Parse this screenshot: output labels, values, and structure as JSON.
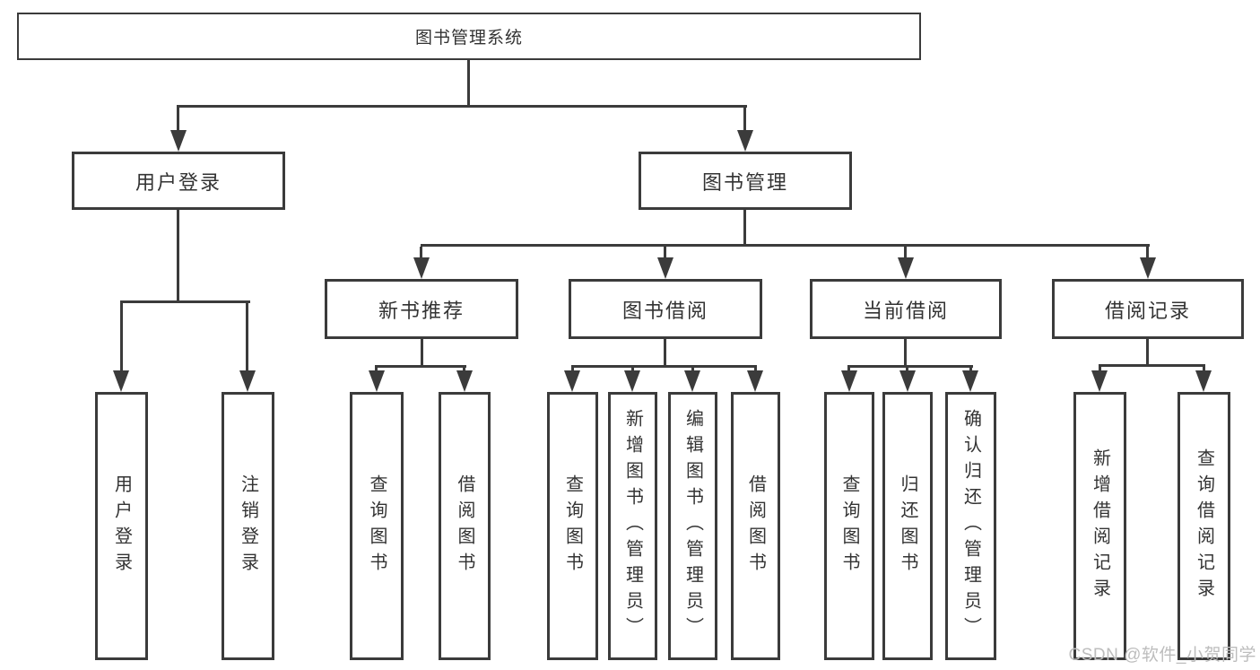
{
  "colors": {
    "line": "#3b3b3b",
    "text": "#333333",
    "box_bg": "#ffffff",
    "watermark": "#bdbdbd",
    "background": "#ffffff"
  },
  "nodes": {
    "root": "图书管理系统",
    "user_login": "用户登录",
    "book_management": "图书管理",
    "new_book_recommend": "新书推荐",
    "book_borrowing": "图书借阅",
    "current_borrowing": "当前借阅",
    "borrowing_records": "借阅记录",
    "leaves": {
      "user_login": "用户登录",
      "logout_login": "注销登录",
      "recommend_query_books": "查询图书",
      "recommend_borrow_books": "借阅图书",
      "borrowing_query_books": "查询图书",
      "borrowing_add_books_admin": "新增图书（管理员）",
      "borrowing_edit_books_admin": "编辑图书（管理员）",
      "borrowing_borrow_books": "借阅图书",
      "current_query_books": "查询图书",
      "current_return_books": "归还图书",
      "current_confirm_return_admin": "确认归还（管理员）",
      "records_add_record": "新增借阅记录",
      "records_query_record": "查询借阅记录"
    }
  },
  "watermark": "CSDN @软件_小贺同学"
}
